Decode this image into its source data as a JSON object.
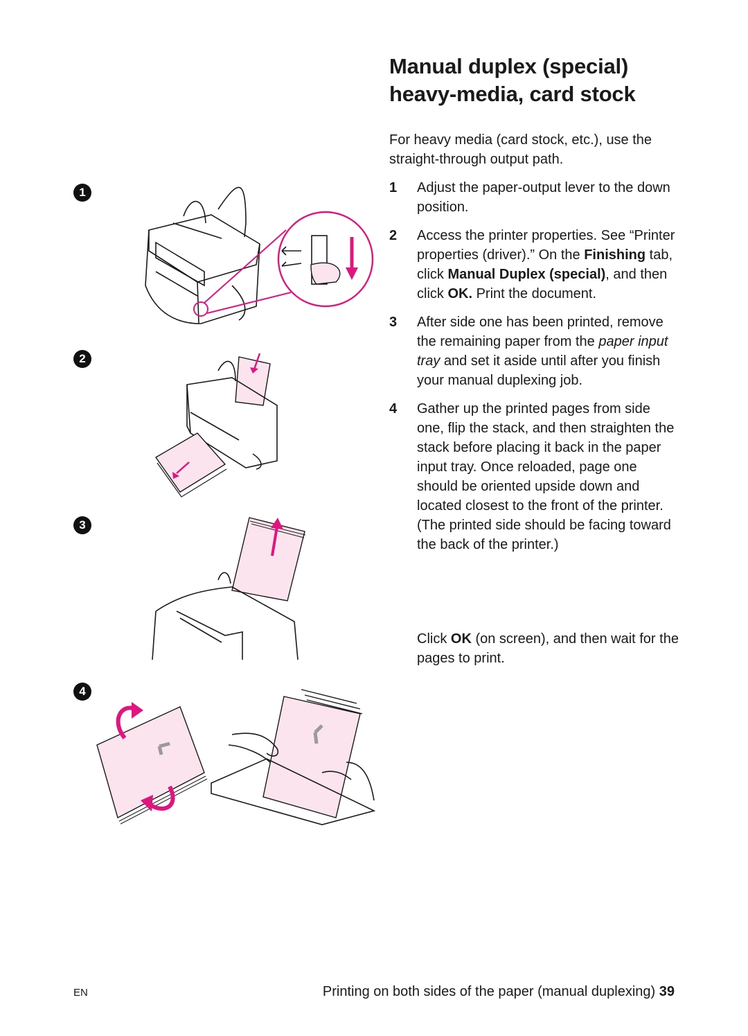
{
  "heading": {
    "line1": "Manual duplex (special)",
    "line2": "heavy-media, card stock"
  },
  "intro": "For heavy media (card stock, etc.), use the straight-through output path.",
  "steps": [
    {
      "num": "1",
      "text": "Adjust the paper-output lever to the down position."
    },
    {
      "num": "2",
      "a": "Access the printer properties. See “Printer properties (driver).” On the ",
      "b1": "Finishing",
      "c": " tab, click ",
      "b2": "Manual Duplex (special)",
      "d": ", and then click ",
      "b3": "OK.",
      "e": " Print the document."
    },
    {
      "num": "3",
      "a": "After side one has been printed, remove the remaining paper from the ",
      "i1": "paper input tray",
      "b": " and set it aside until after you finish your manual duplexing job."
    },
    {
      "num": "4",
      "text": "Gather up the printed pages from side one, flip the stack, and then straighten the stack before placing it back in the paper input tray. Once reloaded, page one should be oriented upside down and located closest to the front of the printer. (The printed side should be facing toward the back of the printer.)"
    }
  ],
  "followup": {
    "a": "Click ",
    "b": "OK",
    "c": " (on screen), and then wait for the pages to print."
  },
  "figure_badges": [
    "1",
    "2",
    "3",
    "4"
  ],
  "footer": {
    "left": "EN",
    "section": "Printing on both sides of the paper (manual duplexing)",
    "page": "39"
  },
  "colors": {
    "accent": "#e0157f",
    "paper_fill": "#fce4ee",
    "ink": "#1a1a1a"
  }
}
